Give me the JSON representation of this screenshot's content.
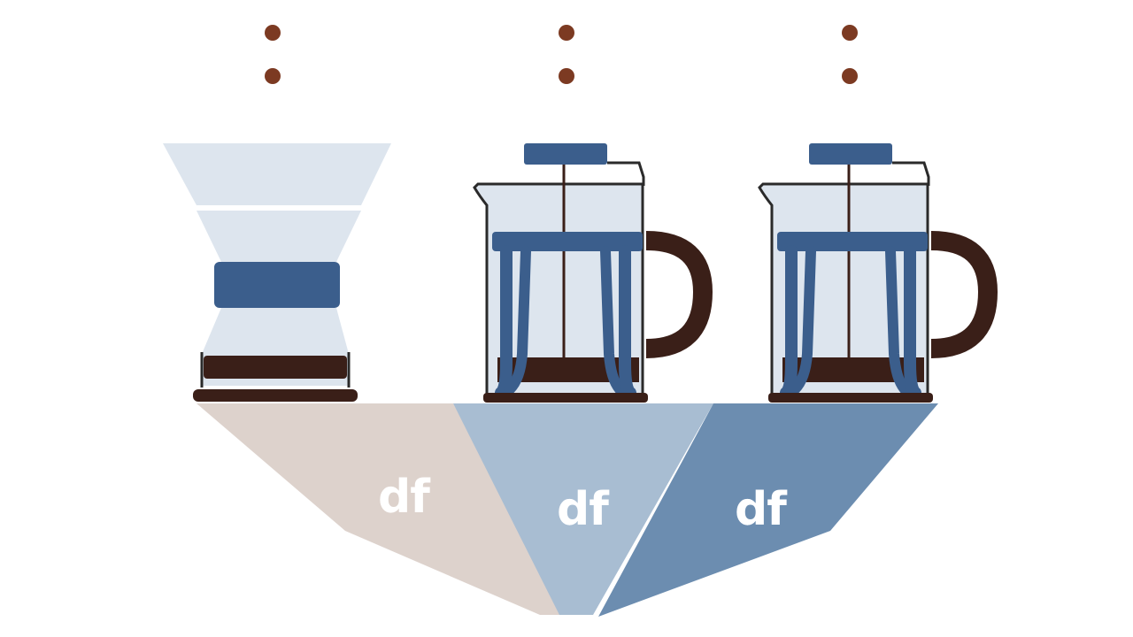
{
  "colors": {
    "background": "#ffffff",
    "glass": "#dde5ee",
    "outline": "#2a2a2a",
    "blue_dark": "#3b5e8c",
    "coffee": "#3a1f18",
    "dot": "#7c3a22",
    "segment_left": "#ddd2cc",
    "segment_middle": "#a8bdd2",
    "segment_right": "#6c8db0"
  },
  "segments": [
    {
      "label": "df"
    },
    {
      "label": "df"
    },
    {
      "label": "df"
    }
  ],
  "icons": [
    "chemex-dripper-icon",
    "french-press-icon",
    "french-press-icon"
  ]
}
